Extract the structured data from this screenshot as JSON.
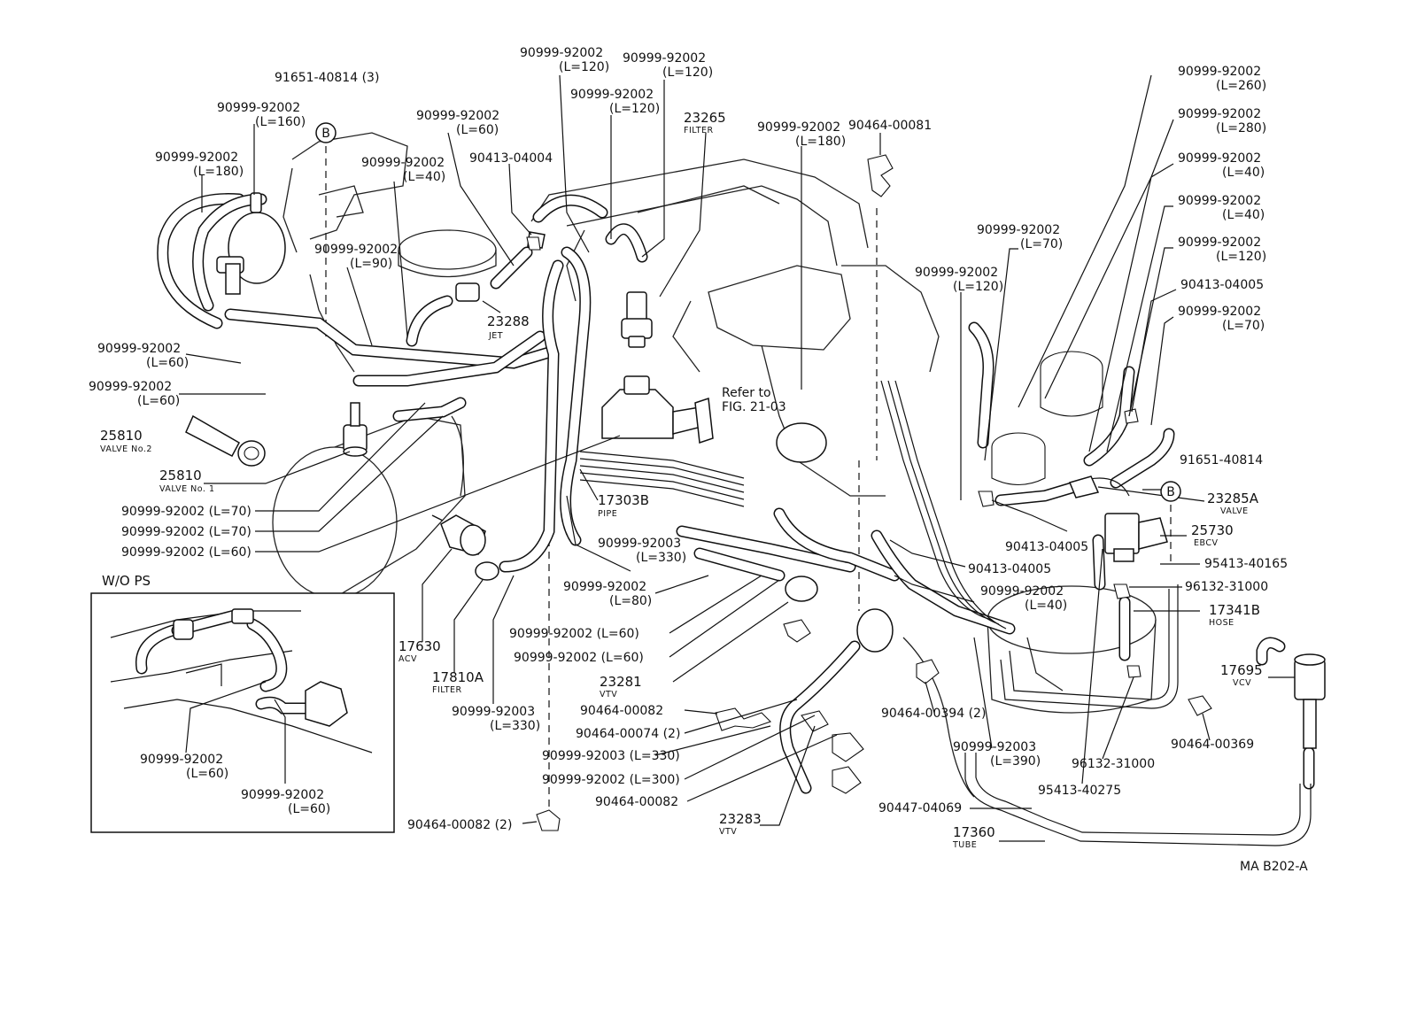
{
  "labels": {
    "l1": [
      "91651-40814 (3)"
    ],
    "l2": [
      "90999-92002",
      "(L=160)"
    ],
    "l3": [
      "90999-92002",
      "(L=180)"
    ],
    "l4": [
      "90999-92002",
      "(L=40)"
    ],
    "l5": [
      "90999-92002",
      "(L=90)"
    ],
    "l6": [
      "90999-92002",
      "(L=60)"
    ],
    "l7": [
      "90999-92002",
      "(L=60)"
    ],
    "l8": [
      "90999-92002",
      "(L=60)"
    ],
    "l9": [
      "90413-04004"
    ],
    "l10": [
      "90999-92002",
      "(L=120)"
    ],
    "l11": [
      "90999-92002",
      "(L=120)"
    ],
    "l12": [
      "90999-92002",
      "(L=120)"
    ],
    "l13": [
      "23288",
      "JET"
    ],
    "l14": [
      "23265",
      "FILTER"
    ],
    "l15": [
      "90999-92002",
      "(L=180)"
    ],
    "l16": [
      "90464-00081"
    ],
    "l17": [
      "Refer to",
      "FIG. 21-03"
    ],
    "l18": [
      "25810",
      "VALVE No.2"
    ],
    "l19": [
      "25810",
      "VALVE No. 1"
    ],
    "l20": [
      "90999-92002 (L=70)"
    ],
    "l21": [
      "90999-92002 (L=70)"
    ],
    "l22": [
      "90999-92002 (L=60)"
    ],
    "l23": [
      "17303B",
      "PIPE"
    ],
    "l24": [
      "90999-92003",
      "(L=330)"
    ],
    "l25": [
      "90999-92002",
      "(L=80)"
    ],
    "l26": [
      "90999-92002 (L=60)"
    ],
    "l27": [
      "90999-92002 (L=60)"
    ],
    "l28": [
      "23281",
      "VTV"
    ],
    "l29": [
      "90464-00082"
    ],
    "l30": [
      "90464-00074 (2)"
    ],
    "l31": [
      "90999-92003 (L=330)"
    ],
    "l32": [
      "90999-92002 (L=300)"
    ],
    "l33": [
      "90464-00082"
    ],
    "l34": [
      "23283",
      "VTV"
    ],
    "l35": [
      "90464-00082 (2)"
    ],
    "l36": [
      "17630",
      "ACV"
    ],
    "l37": [
      "17810A",
      "FILTER"
    ],
    "l38": [
      "90999-92003",
      "(L=330)"
    ],
    "l39": [
      "W/O PS"
    ],
    "l40": [
      "90999-92002",
      "(L=60)"
    ],
    "l41": [
      "90999-92002",
      "(L=60)"
    ],
    "l42": [
      "90999-92002",
      "(L=260)"
    ],
    "l43": [
      "90999-92002",
      "(L=280)"
    ],
    "l44": [
      "90999-92002",
      "(L=40)"
    ],
    "l45": [
      "90999-92002",
      "(L=40)"
    ],
    "l46": [
      "90999-92002",
      "(L=120)"
    ],
    "l47": [
      "90413-04005"
    ],
    "l48": [
      "90999-92002",
      "(L=70)"
    ],
    "l49": [
      "90999-92002",
      "(L=70)"
    ],
    "l50": [
      "90999-92002",
      "(L=120)"
    ],
    "l51": [
      "91651-40814"
    ],
    "l52": [
      "23285A",
      "VALVE"
    ],
    "l53": [
      "25730",
      "EBCV"
    ],
    "l54": [
      "90413-04005"
    ],
    "l55": [
      "90413-04005"
    ],
    "l56": [
      "95413-40165"
    ],
    "l57": [
      "96132-31000"
    ],
    "l58": [
      "90999-92002",
      "(L=40)"
    ],
    "l59": [
      "17341B",
      "HOSE"
    ],
    "l60": [
      "17695",
      "VCV"
    ],
    "l61": [
      "90464-00394 (2)"
    ],
    "l62": [
      "90464-00369"
    ],
    "l63": [
      "90999-92003",
      "(L=390)"
    ],
    "l64": [
      "96132-31000"
    ],
    "l65": [
      "95413-40275"
    ],
    "l66": [
      "90447-04069"
    ],
    "l67": [
      "17360",
      "TUBE"
    ],
    "l68": [
      "MA B202-A"
    ]
  },
  "markers": {
    "b_left": "B",
    "b_right": "B"
  }
}
